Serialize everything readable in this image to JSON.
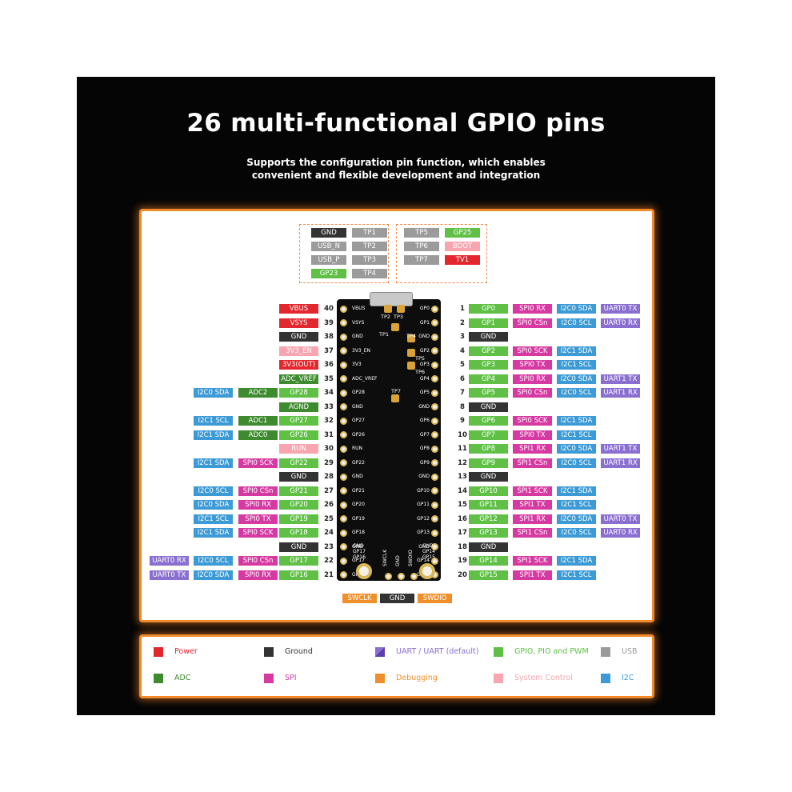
{
  "title": "26 multi-functional GPIO pins",
  "subtitle": "Supports the configuration pin function, which enables convenient and flexible development and integration",
  "colors": {
    "power": "#e3272e",
    "ground": "#333333",
    "uart": "#8a6fd1",
    "gpio": "#5fc045",
    "usb": "#9b9b9b",
    "adc": "#3e8a2e",
    "spi": "#d63aa2",
    "debug": "#f0902a",
    "system": "#f7a6b0",
    "i2c": "#3c9ad6",
    "tv": "#e3272e"
  },
  "top_block_left": [
    [
      {
        "t": "GND",
        "c": "ground"
      },
      {
        "t": "TP1",
        "c": "usb"
      }
    ],
    [
      {
        "t": "USB_N",
        "c": "usb"
      },
      {
        "t": "TP2",
        "c": "usb"
      }
    ],
    [
      {
        "t": "USB_P",
        "c": "usb"
      },
      {
        "t": "TP3",
        "c": "usb"
      }
    ],
    [
      {
        "t": "GP23",
        "c": "gpio"
      },
      {
        "t": "TP4",
        "c": "usb"
      }
    ]
  ],
  "top_block_right": [
    [
      {
        "t": "TP5",
        "c": "usb"
      },
      {
        "t": "GP25",
        "c": "gpio"
      }
    ],
    [
      {
        "t": "TP6",
        "c": "usb"
      },
      {
        "t": "BOOT",
        "c": "system"
      }
    ],
    [
      {
        "t": "TP7",
        "c": "usb"
      },
      {
        "t": "TV1",
        "c": "tv"
      }
    ]
  ],
  "left_pins": [
    {
      "num": "40",
      "silk": "VBUS",
      "tags": [
        {
          "t": "VBUS",
          "c": "power"
        }
      ]
    },
    {
      "num": "39",
      "silk": "VSYS",
      "tags": [
        {
          "t": "VSYS",
          "c": "power"
        }
      ]
    },
    {
      "num": "38",
      "silk": "GND",
      "tags": [
        {
          "t": "GND",
          "c": "ground"
        }
      ]
    },
    {
      "num": "37",
      "silk": "3V3_EN",
      "tags": [
        {
          "t": "3V3_EN",
          "c": "system"
        }
      ]
    },
    {
      "num": "36",
      "silk": "3V3",
      "tags": [
        {
          "t": "3V3(OUT)",
          "c": "power"
        }
      ]
    },
    {
      "num": "35",
      "silk": "ADC_VREF",
      "tags": [
        {
          "t": "ADC_VREF",
          "c": "adc"
        }
      ]
    },
    {
      "num": "34",
      "silk": "GP28",
      "tags": [
        {
          "t": "GP28",
          "c": "gpio"
        },
        {
          "t": "ADC2",
          "c": "adc"
        },
        {
          "t": "I2C0 SDA",
          "c": "i2c"
        }
      ]
    },
    {
      "num": "33",
      "silk": "GND",
      "tags": [
        {
          "t": "AGND",
          "c": "adc"
        }
      ]
    },
    {
      "num": "32",
      "silk": "GP27",
      "tags": [
        {
          "t": "GP27",
          "c": "gpio"
        },
        {
          "t": "ADC1",
          "c": "adc"
        },
        {
          "t": "I2C1 SCL",
          "c": "i2c"
        }
      ]
    },
    {
      "num": "31",
      "silk": "GP26",
      "tags": [
        {
          "t": "GP26",
          "c": "gpio"
        },
        {
          "t": "ADC0",
          "c": "adc"
        },
        {
          "t": "I2C1 SDA",
          "c": "i2c"
        }
      ]
    },
    {
      "num": "30",
      "silk": "RUN",
      "tags": [
        {
          "t": "RUN",
          "c": "system"
        }
      ]
    },
    {
      "num": "29",
      "silk": "GP22",
      "tags": [
        {
          "t": "GP22",
          "c": "gpio"
        },
        {
          "t": "SPI0 SCK",
          "c": "spi"
        },
        {
          "t": "I2C1 SDA",
          "c": "i2c"
        }
      ]
    },
    {
      "num": "28",
      "silk": "GND",
      "tags": [
        {
          "t": "GND",
          "c": "ground"
        }
      ]
    },
    {
      "num": "27",
      "silk": "GP21",
      "tags": [
        {
          "t": "GP21",
          "c": "gpio"
        },
        {
          "t": "SPI0 CSn",
          "c": "spi"
        },
        {
          "t": "I2C0 SCL",
          "c": "i2c"
        }
      ]
    },
    {
      "num": "26",
      "silk": "GP20",
      "tags": [
        {
          "t": "GP20",
          "c": "gpio"
        },
        {
          "t": "SPI0 RX",
          "c": "spi"
        },
        {
          "t": "I2C0 SDA",
          "c": "i2c"
        }
      ]
    },
    {
      "num": "25",
      "silk": "GP19",
      "tags": [
        {
          "t": "GP19",
          "c": "gpio"
        },
        {
          "t": "SPI0 TX",
          "c": "spi"
        },
        {
          "t": "I2C1 SCL",
          "c": "i2c"
        }
      ]
    },
    {
      "num": "24",
      "silk": "GP18",
      "tags": [
        {
          "t": "GP18",
          "c": "gpio"
        },
        {
          "t": "SPI0 SCK",
          "c": "spi"
        },
        {
          "t": "I2C1 SDA",
          "c": "i2c"
        }
      ]
    },
    {
      "num": "23",
      "silk": "GND",
      "tags": [
        {
          "t": "GND",
          "c": "ground"
        }
      ]
    },
    {
      "num": "22",
      "silk": "GP17",
      "tags": [
        {
          "t": "GP17",
          "c": "gpio"
        },
        {
          "t": "SPI0 CSn",
          "c": "spi"
        },
        {
          "t": "I2C0 SCL",
          "c": "i2c"
        },
        {
          "t": "UART0 RX",
          "c": "uart"
        }
      ]
    },
    {
      "num": "21",
      "silk": "GP16",
      "tags": [
        {
          "t": "GP16",
          "c": "gpio"
        },
        {
          "t": "SPI0 RX",
          "c": "spi"
        },
        {
          "t": "I2C0 SDA",
          "c": "i2c"
        },
        {
          "t": "UART0 TX",
          "c": "uart"
        }
      ]
    }
  ],
  "right_pins": [
    {
      "num": "1",
      "silk": "GP0",
      "tags": [
        {
          "t": "GP0",
          "c": "gpio"
        },
        {
          "t": "SPI0 RX",
          "c": "spi"
        },
        {
          "t": "I2C0 SDA",
          "c": "i2c"
        },
        {
          "t": "UART0 TX",
          "c": "uart"
        }
      ]
    },
    {
      "num": "2",
      "silk": "GP1",
      "tags": [
        {
          "t": "GP1",
          "c": "gpio"
        },
        {
          "t": "SPI0 CSn",
          "c": "spi"
        },
        {
          "t": "I2C0 SCL",
          "c": "i2c"
        },
        {
          "t": "UART0 RX",
          "c": "uart"
        }
      ]
    },
    {
      "num": "3",
      "silk": "GND",
      "tags": [
        {
          "t": "GND",
          "c": "ground"
        }
      ]
    },
    {
      "num": "4",
      "silk": "GP2",
      "tags": [
        {
          "t": "GP2",
          "c": "gpio"
        },
        {
          "t": "SPI0 SCK",
          "c": "spi"
        },
        {
          "t": "I2C1 SDA",
          "c": "i2c"
        }
      ]
    },
    {
      "num": "5",
      "silk": "GP3",
      "tags": [
        {
          "t": "GP3",
          "c": "gpio"
        },
        {
          "t": "SPI0 TX",
          "c": "spi"
        },
        {
          "t": "I2C1 SCL",
          "c": "i2c"
        }
      ]
    },
    {
      "num": "6",
      "silk": "GP4",
      "tags": [
        {
          "t": "GP4",
          "c": "gpio"
        },
        {
          "t": "SPI0 RX",
          "c": "spi"
        },
        {
          "t": "I2C0 SDA",
          "c": "i2c"
        },
        {
          "t": "UART1 TX",
          "c": "uart"
        }
      ]
    },
    {
      "num": "7",
      "silk": "GP5",
      "tags": [
        {
          "t": "GP5",
          "c": "gpio"
        },
        {
          "t": "SPI0 CSn",
          "c": "spi"
        },
        {
          "t": "I2C0 SCL",
          "c": "i2c"
        },
        {
          "t": "UART1 RX",
          "c": "uart"
        }
      ]
    },
    {
      "num": "8",
      "silk": "GND",
      "tags": [
        {
          "t": "GND",
          "c": "ground"
        }
      ]
    },
    {
      "num": "9",
      "silk": "GP6",
      "tags": [
        {
          "t": "GP6",
          "c": "gpio"
        },
        {
          "t": "SPI0 SCK",
          "c": "spi"
        },
        {
          "t": "I2C1 SDA",
          "c": "i2c"
        }
      ]
    },
    {
      "num": "10",
      "silk": "GP7",
      "tags": [
        {
          "t": "GP7",
          "c": "gpio"
        },
        {
          "t": "SPI0 TX",
          "c": "spi"
        },
        {
          "t": "I2C1 SCL",
          "c": "i2c"
        }
      ]
    },
    {
      "num": "11",
      "silk": "GP8",
      "tags": [
        {
          "t": "GP8",
          "c": "gpio"
        },
        {
          "t": "SPI1 RX",
          "c": "spi"
        },
        {
          "t": "I2C0 SDA",
          "c": "i2c"
        },
        {
          "t": "UART1 TX",
          "c": "uart"
        }
      ]
    },
    {
      "num": "12",
      "silk": "GP9",
      "tags": [
        {
          "t": "GP9",
          "c": "gpio"
        },
        {
          "t": "SPI1 CSn",
          "c": "spi"
        },
        {
          "t": "I2C0 SCL",
          "c": "i2c"
        },
        {
          "t": "UART1 RX",
          "c": "uart"
        }
      ]
    },
    {
      "num": "13",
      "silk": "GND",
      "tags": [
        {
          "t": "GND",
          "c": "ground"
        }
      ]
    },
    {
      "num": "14",
      "silk": "GP10",
      "tags": [
        {
          "t": "GP10",
          "c": "gpio"
        },
        {
          "t": "SPI1 SCK",
          "c": "spi"
        },
        {
          "t": "I2C1 SDA",
          "c": "i2c"
        }
      ]
    },
    {
      "num": "15",
      "silk": "GP11",
      "tags": [
        {
          "t": "GP11",
          "c": "gpio"
        },
        {
          "t": "SPI1 TX",
          "c": "spi"
        },
        {
          "t": "I2C1 SCL",
          "c": "i2c"
        }
      ]
    },
    {
      "num": "16",
      "silk": "GP12",
      "tags": [
        {
          "t": "GP12",
          "c": "gpio"
        },
        {
          "t": "SPI1 RX",
          "c": "spi"
        },
        {
          "t": "I2C0 SDA",
          "c": "i2c"
        },
        {
          "t": "UART0 TX",
          "c": "uart"
        }
      ]
    },
    {
      "num": "17",
      "silk": "GP13",
      "tags": [
        {
          "t": "GP13",
          "c": "gpio"
        },
        {
          "t": "SPI1 CSn",
          "c": "spi"
        },
        {
          "t": "I2C0 SCL",
          "c": "i2c"
        },
        {
          "t": "UART0 RX",
          "c": "uart"
        }
      ]
    },
    {
      "num": "18",
      "silk": "GND",
      "tags": [
        {
          "t": "GND",
          "c": "ground"
        }
      ]
    },
    {
      "num": "19",
      "silk": "GP14",
      "tags": [
        {
          "t": "GP14",
          "c": "gpio"
        },
        {
          "t": "SPI1 SCK",
          "c": "spi"
        },
        {
          "t": "I2C1 SDA",
          "c": "i2c"
        }
      ]
    },
    {
      "num": "20",
      "silk": "GP15",
      "tags": [
        {
          "t": "GP15",
          "c": "gpio"
        },
        {
          "t": "SPI1 TX",
          "c": "spi"
        },
        {
          "t": "I2C1 SCL",
          "c": "i2c"
        }
      ]
    }
  ],
  "tp_labels": [
    "TP2",
    "TP3",
    "TP1",
    "TP4",
    "TP5",
    "TP6",
    "TP7"
  ],
  "bottom_silk": [
    "SWCLK",
    "GND",
    "SWDIO"
  ],
  "bottom_silk_left": "GND\nGP17\nGP16",
  "bottom_silk_right": "GND\nGP14\nGP15",
  "bottom_tags": [
    {
      "t": "SWCLK",
      "c": "debug"
    },
    {
      "t": "GND",
      "c": "ground"
    },
    {
      "t": "SWDIO",
      "c": "debug"
    }
  ],
  "legend": [
    {
      "label": "Power",
      "c": "power",
      "text_color": "#e3272e"
    },
    {
      "label": "Ground",
      "c": "ground",
      "text_color": "#333333"
    },
    {
      "label": "UART / UART (default)",
      "c": "uart",
      "text_color": "#8a6fd1"
    },
    {
      "label": "GPIO, PIO and PWM",
      "c": "gpio",
      "text_color": "#5fc045"
    },
    {
      "label": "USB",
      "c": "usb",
      "text_color": "#9b9b9b"
    },
    {
      "label": "ADC",
      "c": "adc",
      "text_color": "#3e8a2e"
    },
    {
      "label": "SPI",
      "c": "spi",
      "text_color": "#d63aa2"
    },
    {
      "label": "Debugging",
      "c": "debug",
      "text_color": "#f0902a"
    },
    {
      "label": "System Control",
      "c": "system",
      "text_color": "#f7a6b0"
    },
    {
      "label": "I2C",
      "c": "i2c",
      "text_color": "#3c9ad6"
    }
  ]
}
